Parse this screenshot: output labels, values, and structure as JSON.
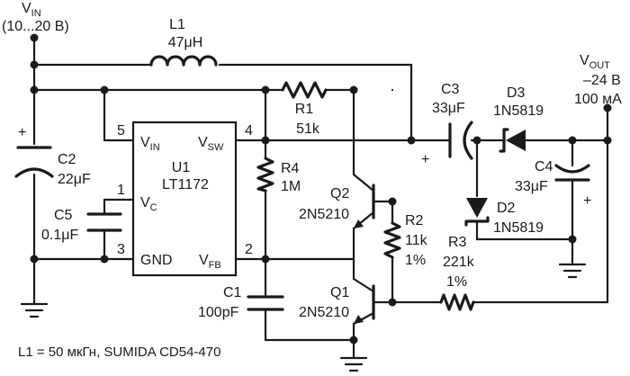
{
  "source": {
    "vin_main": "V",
    "vin_sub": "IN",
    "vin_range": "(10...20 В)"
  },
  "output": {
    "vout_main": "V",
    "vout_sub": "OUT",
    "voltage": "–24 В",
    "current": "100 мА"
  },
  "ic": {
    "ref": "U1",
    "part": "LT1172",
    "pin_vin_main": "V",
    "pin_vin_sub": "IN",
    "pin_vsw_main": "V",
    "pin_vsw_sub": "SW",
    "pin_vc_main": "V",
    "pin_vc_sub": "C",
    "pin_gnd": "GND",
    "pin_vfb_main": "V",
    "pin_vfb_sub": "FB",
    "pin5": "5",
    "pin4": "4",
    "pin1": "1",
    "pin3": "3",
    "pin2": "2"
  },
  "components": {
    "L1": {
      "ref": "L1",
      "value": "47μH"
    },
    "R1": {
      "ref": "R1",
      "value": "51k"
    },
    "R2": {
      "ref": "R2",
      "value": "11k",
      "tol": "1%"
    },
    "R3": {
      "ref": "R3",
      "value": "221k",
      "tol": "1%"
    },
    "R4": {
      "ref": "R4",
      "value": "1M"
    },
    "C1": {
      "ref": "C1",
      "value": "100pF"
    },
    "C2": {
      "ref": "C2",
      "value": "22μF",
      "plus": "+"
    },
    "C3": {
      "ref": "C3",
      "value": "33μF",
      "plus": "+"
    },
    "C4": {
      "ref": "C4",
      "value": "33μF",
      "plus": "+"
    },
    "C5": {
      "ref": "C5",
      "value": "0.1μF"
    },
    "D2": {
      "ref": "D2",
      "value": "1N5819"
    },
    "D3": {
      "ref": "D3",
      "value": "1N5819"
    },
    "Q1": {
      "ref": "Q1",
      "value": "2N5210"
    },
    "Q2": {
      "ref": "Q2",
      "value": "2N5210"
    }
  },
  "footnote": "L1 = 50 мкГн, SUMIDA CD54-470"
}
